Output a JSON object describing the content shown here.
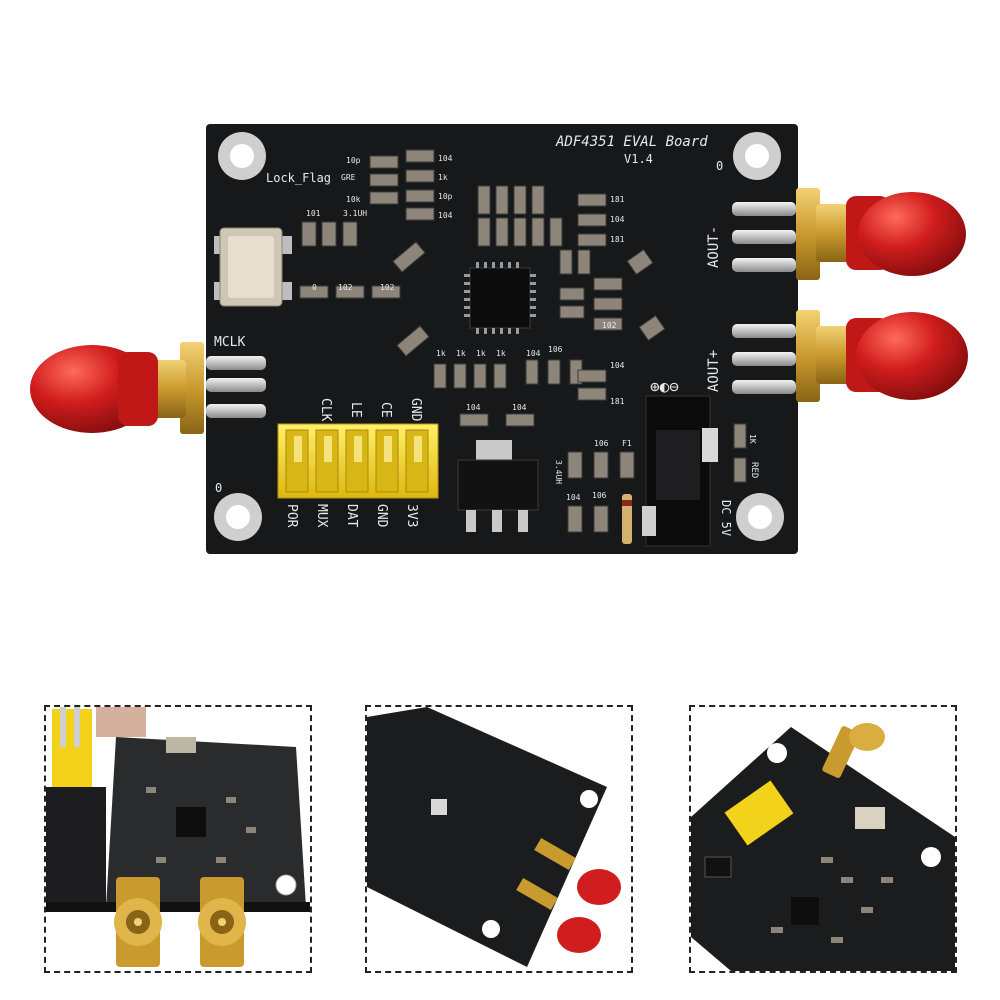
{
  "colors": {
    "background": "#ffffff",
    "pcb": "#17181a",
    "silkscreen": "#e8e8e8",
    "sma_cap": "#d01d1d",
    "gold": "#c99a2e",
    "header": "#f2d21b"
  },
  "board": {
    "title": "ADF4351 EVAL Board",
    "version": "V1.4",
    "lock_flag_label": "Lock_Flag",
    "lock_flag_suffix": "GRE",
    "mclk_label": "MCLK",
    "aout_minus_label": "AOUT-",
    "aout_plus_label": "AOUT+",
    "dc_label": "DC 5V",
    "red_label": "RED",
    "corner_zero_tr": "0",
    "corner_zero_bl": "0",
    "pins_top": [
      "CLK",
      "LE",
      "CE",
      "GND"
    ],
    "pins_bottom": [
      "POR",
      "MUX",
      "DAT",
      "GND",
      "3V3"
    ],
    "component_labels": {
      "c10p": "10p",
      "c10k": "10k",
      "c104a": "104",
      "c1k": "1k",
      "c10p2": "10p",
      "c104b": "104",
      "c3_1uh": "3.1UH",
      "c101": "101",
      "c102a": "102",
      "c102b": "102",
      "c0": "0",
      "c181a": "181",
      "c104c": "104",
      "c181b": "181",
      "c1k_row": "1k",
      "c104d": "104",
      "c106a": "106",
      "c104e": "104",
      "c181c": "181",
      "c104f": "104",
      "c104g": "104",
      "c106b": "106",
      "f1": "F1",
      "c3_4uh": "3.4UH",
      "c104h": "104",
      "c106c": "106",
      "r1k": "1K"
    }
  },
  "thumbnails": [
    {
      "name": "close-up of header and SMA connectors"
    },
    {
      "name": "underside of board with SMA connectors"
    },
    {
      "name": "angled view of board top"
    }
  ]
}
